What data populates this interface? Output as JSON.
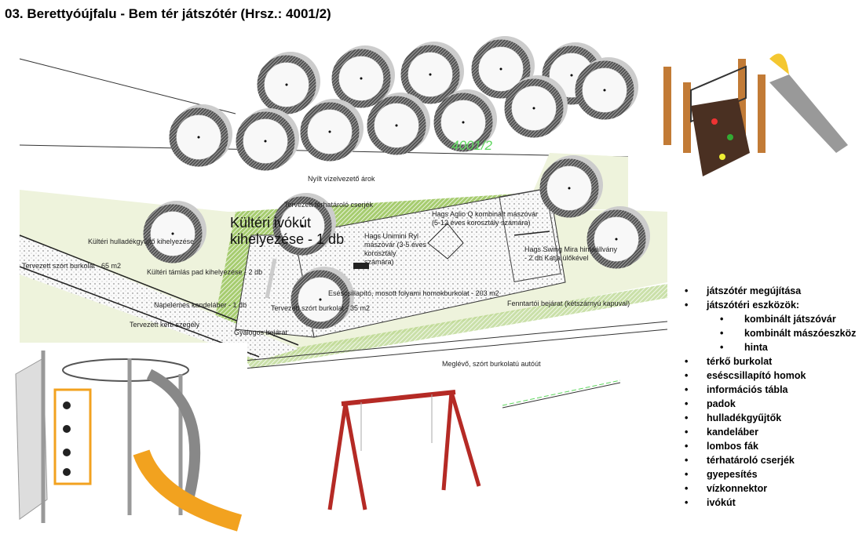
{
  "title": "03. Berettyóújfalu - Bem tér játszótér (Hrsz.: 4001/2)",
  "plan": {
    "parcel_number": "4001/2",
    "labels": {
      "ditch": "Nyílt vízelvezető árok",
      "drinking_fountain": "Kültéri ivókút kihelyezése - 1 db",
      "waste_bin": "Kültéri hulladékgyűjtő kihelyezése",
      "gravel_65": "Tervezett szórt burkolat - 65 m2",
      "bench": "Kültéri támlás pad kihelyezése - 2 db",
      "lamp": "Napelemes kandeláber - 1 db",
      "gravel_35": "Tervezett szórt burkolat - 35 m2",
      "edge": "Tervezett kerti szegély",
      "pedestrian_entrance": "Gyalogos bejárat",
      "shrubs": "Tervezett térhatároló cserjék",
      "mini_climber": "Hags Unimini Ryl mászóvár (3-5 éves korosztály számára)",
      "combo_climber": "Hags Aglio Q kombinált mászóvár (5-12 éves korosztály számára)",
      "swing": "Hags Swing Mira hintaállvány - 2 db Katja ülőkével",
      "sand": "Eséscsillapító, mosott folyami homokburkolat - 203 m2",
      "maintenance_entrance": "Fenntartói bejárat (kétszárnyú kapuval)",
      "road": "Meglévő, szórt burkolatú autóút"
    }
  },
  "features": [
    {
      "label": "játszótér megújítása",
      "level": 0
    },
    {
      "label": "játszótéri eszközök:",
      "level": 0
    },
    {
      "label": "kombinált játszóvár",
      "level": 1
    },
    {
      "label": "kombinált mászóeszköz",
      "level": 1
    },
    {
      "label": "hinta",
      "level": 1
    },
    {
      "label": "térkő burkolat",
      "level": 0
    },
    {
      "label": "esésc­sillapító homok",
      "level": 0
    },
    {
      "label": "információs tábla",
      "level": 0
    },
    {
      "label": "padok",
      "level": 0
    },
    {
      "label": "hulladékgyűjtők",
      "level": 0
    },
    {
      "label": "kandeláber",
      "level": 0
    },
    {
      "label": "lombos fák",
      "level": 0
    },
    {
      "label": "térhatároló cserjék",
      "level": 0
    },
    {
      "label": "gyepesítés",
      "level": 0
    },
    {
      "label": "vízkonnektor",
      "level": 0
    },
    {
      "label": "ivókút",
      "level": 0
    }
  ],
  "colors": {
    "grass": "#eef3dc",
    "hedge": "#b9d88a",
    "parcel_text": "#5ed65e",
    "swing_red": "#b52a25",
    "slide_orange": "#f2a21f"
  }
}
